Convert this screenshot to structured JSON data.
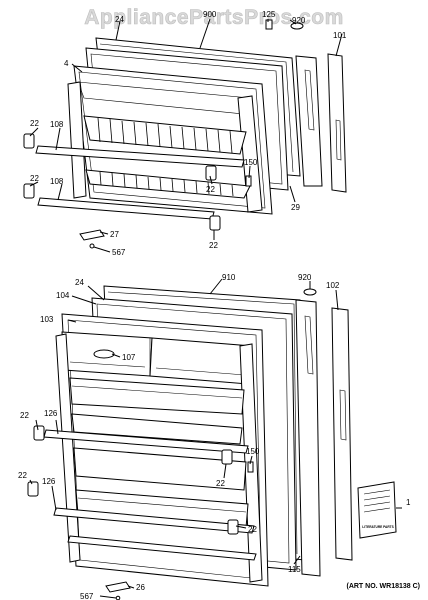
{
  "watermark": "AppliancePartsPros.com",
  "art_number": "(ART NO. WR18138 C)",
  "booklet_label": "LITERATURE PARTS",
  "callouts_top": {
    "c900": "900",
    "c125": "125",
    "c920": "920",
    "c24": "24",
    "c4": "4",
    "c101": "101",
    "c22a": "22",
    "c108a": "108",
    "c22b": "22",
    "c108b": "108",
    "c150": "150",
    "c22c": "22",
    "c29": "29",
    "c22d": "22",
    "c27": "27",
    "c567": "567"
  },
  "callouts_bottom": {
    "c24": "24",
    "c910": "910",
    "c920": "920",
    "c102": "102",
    "c104": "104",
    "c103": "103",
    "c107": "107",
    "c22a": "22",
    "c126a": "126",
    "c150": "150",
    "c22b": "22",
    "c22c": "22",
    "c126b": "126",
    "c22d": "22",
    "c115": "115",
    "c1": "1",
    "c26": "26",
    "c567": "567"
  }
}
